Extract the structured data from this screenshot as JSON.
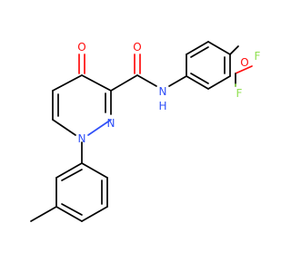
{
  "molecule": {
    "labels": {
      "carbonyl_o_ring": "O",
      "carbonyl_o_amide": "O",
      "amide_n": "N",
      "amide_h": "H",
      "ring_n1": "N",
      "ring_n2": "N",
      "ether_o": "O",
      "fluorine_top": "F",
      "fluorine_bottom": "F"
    },
    "colors": {
      "bond": "#000000",
      "oxygen": "#ff0d0d",
      "nitrogen": "#3050f8",
      "fluorine": "#90e050"
    }
  }
}
